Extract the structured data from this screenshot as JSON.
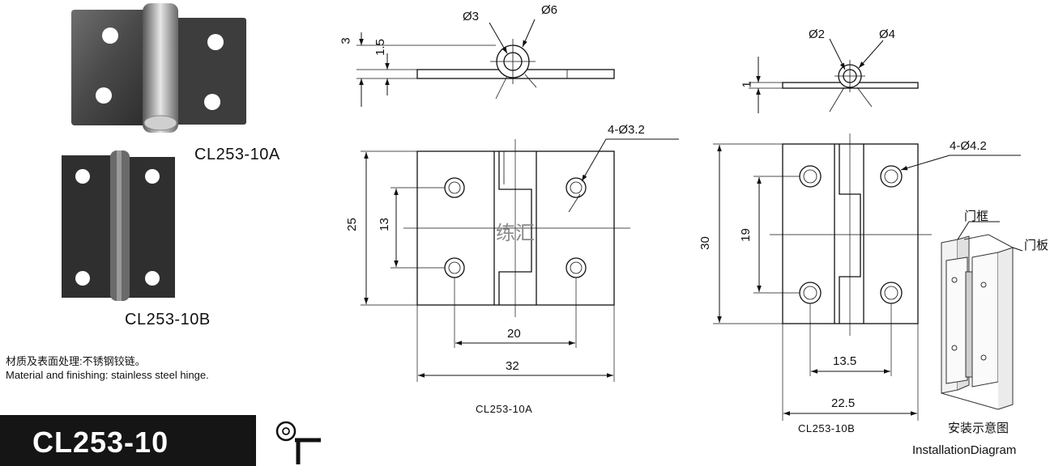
{
  "products": [
    {
      "model": "CL253-10A"
    },
    {
      "model": "CL253-10B"
    }
  ],
  "material_note": {
    "zh": "材质及表面处理:不锈钢铰链。",
    "en": "Material and finishing: stainless steel hinge."
  },
  "series_title": "CL253-10",
  "watermark": "练汇",
  "drawing_a": {
    "caption": "CL253-10A",
    "top_view": {
      "pin_dia": "Ø3",
      "knuckle_dia": "Ø6",
      "height_total": "3",
      "leaf_thickness": "1.5"
    },
    "front_view": {
      "height": "25",
      "hole_pitch_v": "13",
      "hole_pitch_h": "20",
      "width": "32",
      "holes": "4-Ø3.2"
    }
  },
  "drawing_b": {
    "caption": "CL253-10B",
    "top_view": {
      "pin_dia": "Ø2",
      "knuckle_dia": "Ø4",
      "leaf_thickness": "1"
    },
    "front_view": {
      "height": "30",
      "hole_pitch_v": "19",
      "hole_pitch_h": "13.5",
      "width": "22.5",
      "holes": "4-Ø4.2"
    }
  },
  "installation": {
    "label_frame": "门框",
    "label_door": "门板",
    "caption_zh": "安装示意图",
    "caption_en": "InstallationDiagram"
  }
}
